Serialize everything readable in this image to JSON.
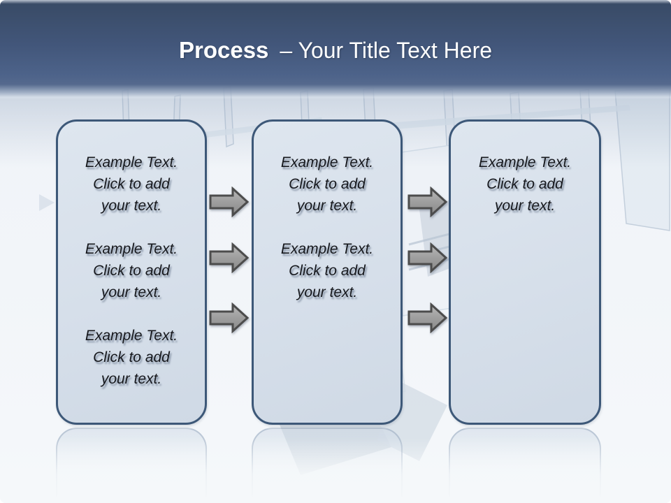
{
  "slide": {
    "title": {
      "emphasis": "Process",
      "separator_and_text": "– Your Title Text Here"
    }
  },
  "process_boxes": [
    {
      "id": "step-1",
      "placeholders": [
        "Example Text.\nClick  to add\nyour text.",
        "Example Text.\nClick  to add\nyour text.",
        "Example Text.\nClick  to add\nyour text."
      ]
    },
    {
      "id": "step-2",
      "placeholders": [
        "Example Text.\nClick  to add\nyour text.",
        "Example Text.\nClick  to add\nyour text."
      ]
    },
    {
      "id": "step-3",
      "placeholders": [
        "Example Text.\nClick  to add\nyour text."
      ]
    }
  ],
  "arrow_columns": [
    {
      "arrow_count": 3
    },
    {
      "arrow_count": 3
    }
  ],
  "colors": {
    "header_gradient_top": "#394b66",
    "header_gradient_bottom": "#55698d",
    "title_text": "#ffffff",
    "box_fill": "#d6dfea",
    "box_border": "#3d5878",
    "placeholder_text": "#16181d",
    "arrow_fill": "#9b9b9b",
    "arrow_border": "#4c4c4c",
    "background": "#f2f5f9"
  }
}
